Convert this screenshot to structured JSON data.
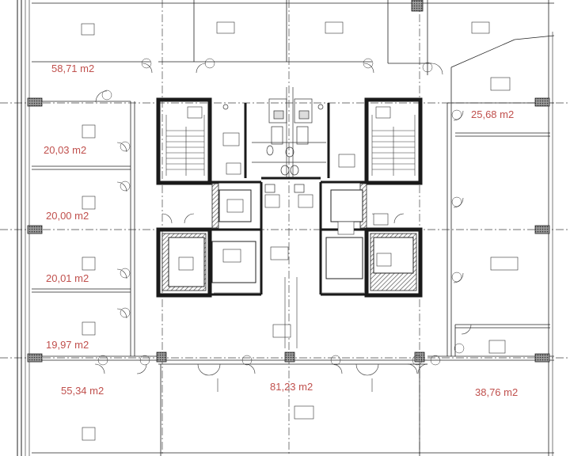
{
  "area_labels": [
    {
      "id": "area-58-71",
      "text": "58,71 m2"
    },
    {
      "id": "area-25-68",
      "text": "25,68 m2"
    },
    {
      "id": "area-20-03",
      "text": "20,03 m2"
    },
    {
      "id": "area-20-00",
      "text": "20,00 m2"
    },
    {
      "id": "area-20-01",
      "text": "20,01 m2"
    },
    {
      "id": "area-19-97",
      "text": "19,97 m2"
    },
    {
      "id": "area-55-34",
      "text": "55,34 m2"
    },
    {
      "id": "area-81-23",
      "text": "81,23 m2"
    },
    {
      "id": "area-38-76",
      "text": "38,76 m2"
    }
  ],
  "colors": {
    "area_text": "#c0504d",
    "wall": "#1a1a1a",
    "line": "#333333",
    "hatch": "#555555"
  }
}
